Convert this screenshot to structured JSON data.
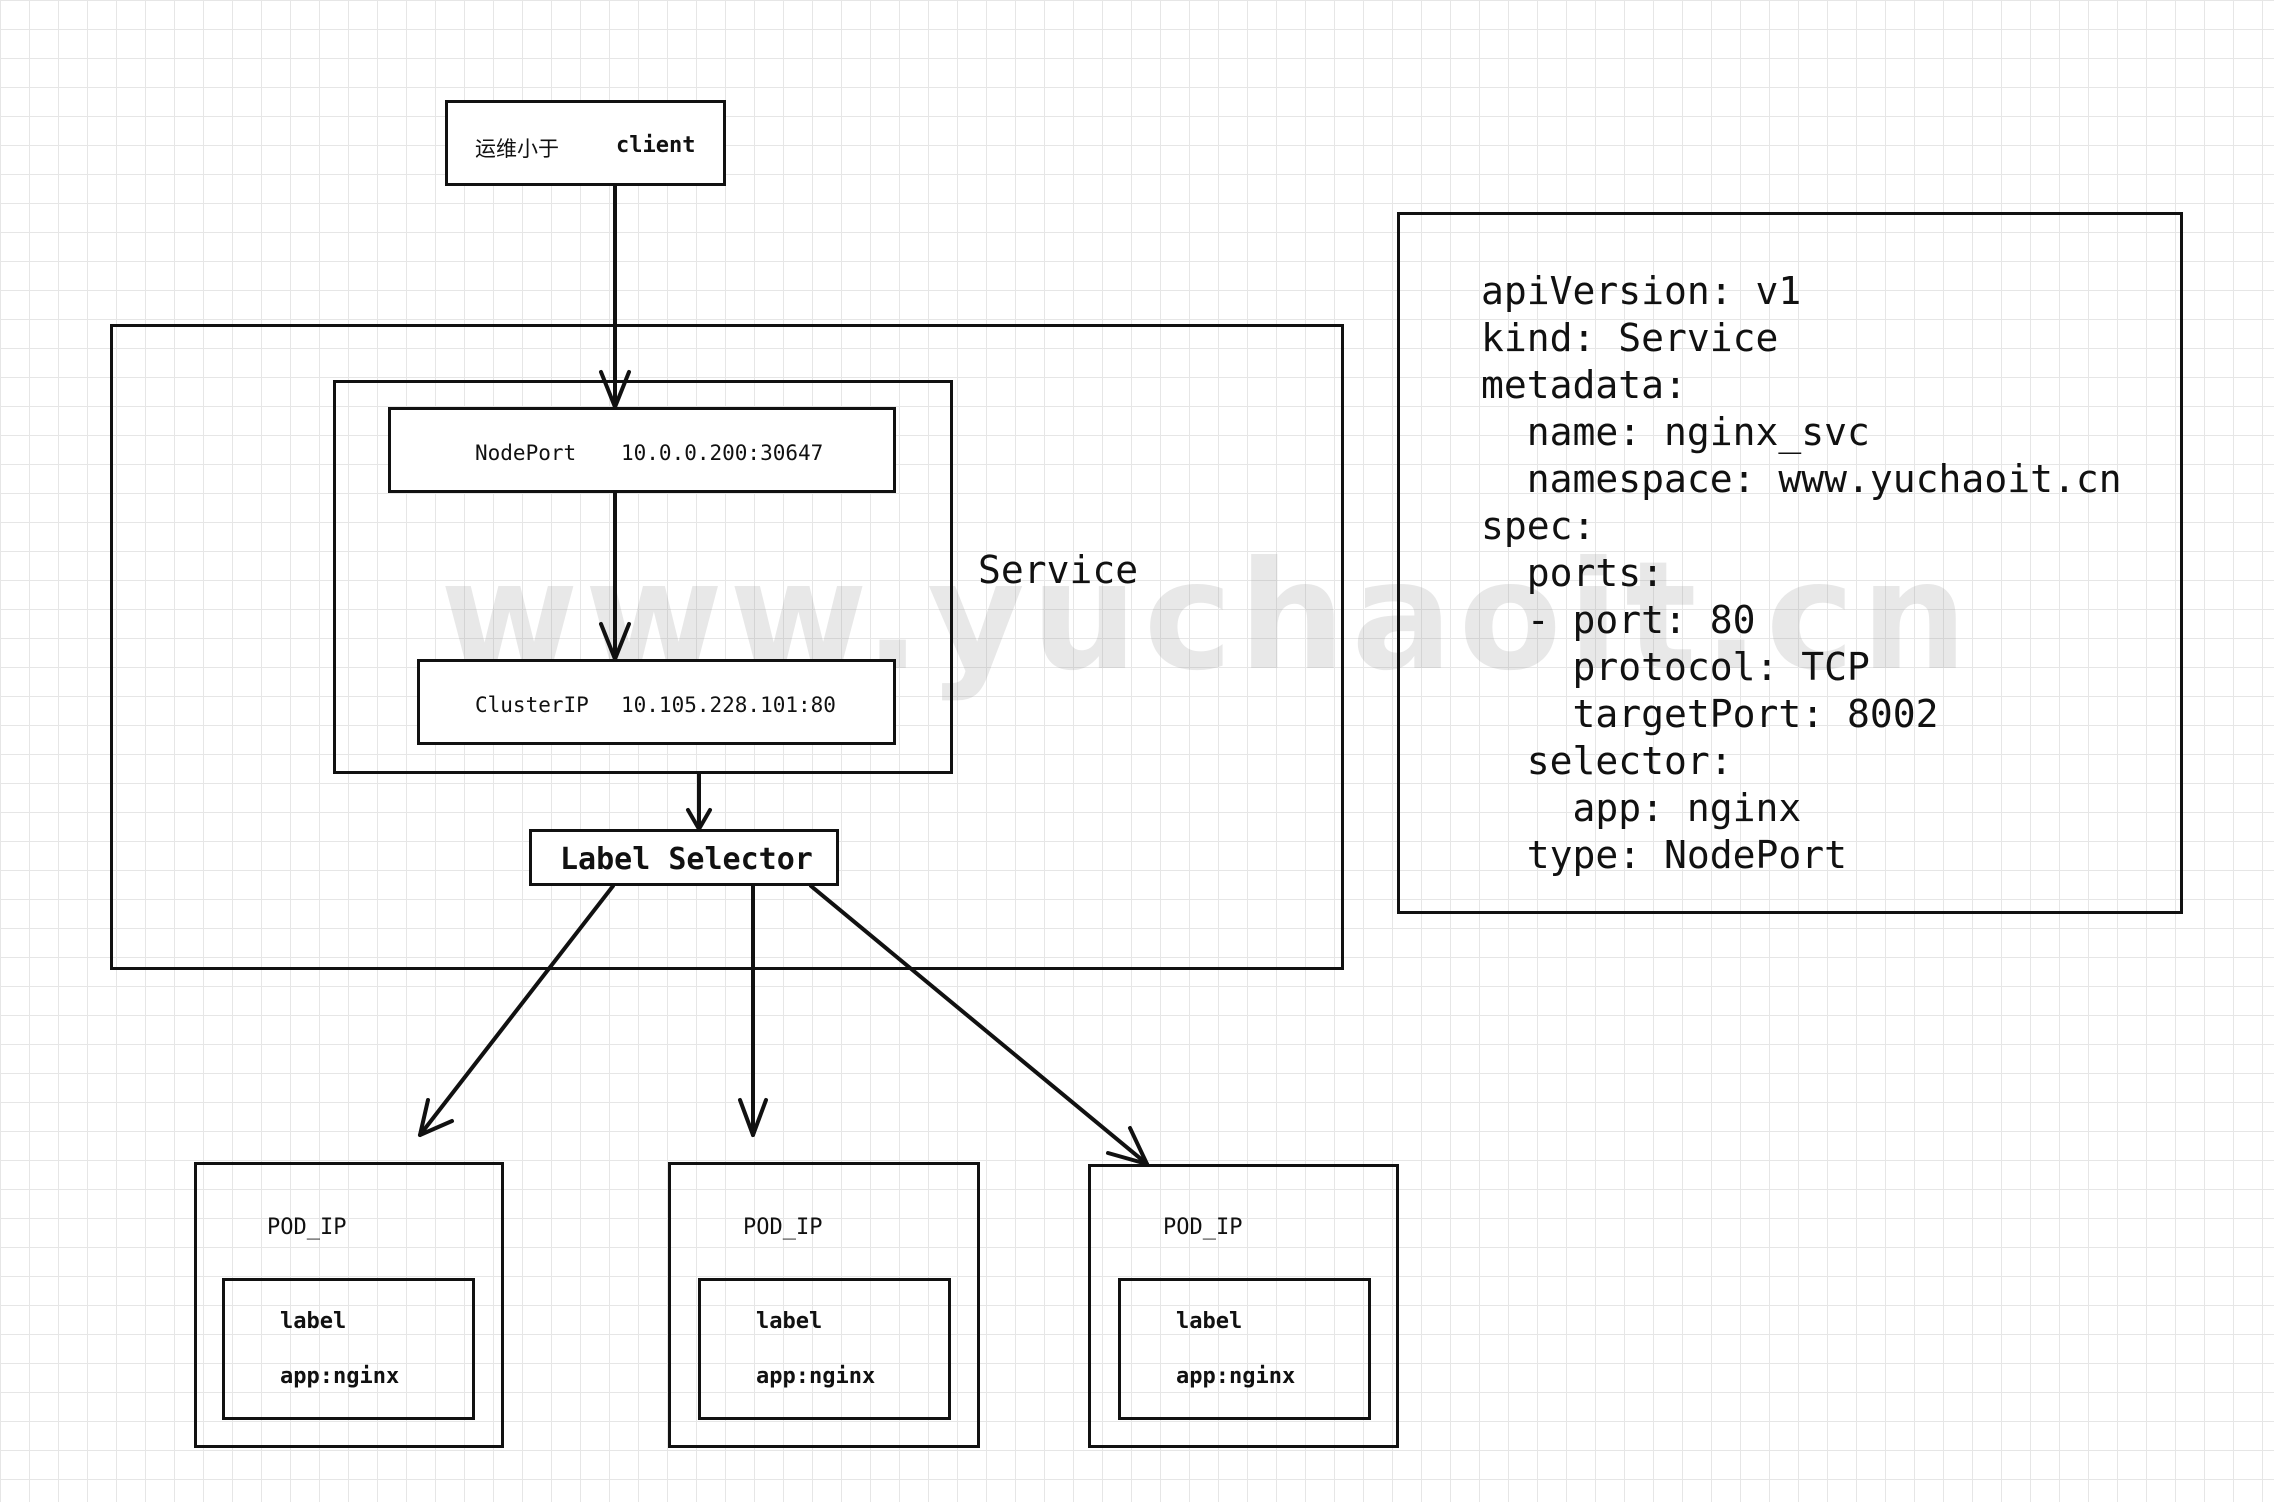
{
  "client": {
    "label_cn": "运维小于",
    "label": "client"
  },
  "service": {
    "label": "Service"
  },
  "nodeport": {
    "label": "NodePort",
    "address": "10.0.0.200:30647"
  },
  "clusterip": {
    "label": "ClusterIP",
    "address": "10.105.228.101:80"
  },
  "selector": {
    "label": "Label Selector"
  },
  "pods": [
    {
      "title": "POD_IP",
      "label_title": "label",
      "label_value": "app:nginx"
    },
    {
      "title": "POD_IP",
      "label_title": "label",
      "label_value": "app:nginx"
    },
    {
      "title": "POD_IP",
      "label_title": "label",
      "label_value": "app:nginx"
    }
  ],
  "yaml": {
    "lines": [
      "apiVersion: v1",
      "kind: Service",
      "metadata:",
      "  name: nginx_svc",
      "  namespace: www.yuchaoit.cn",
      "spec:",
      "  ports:",
      "  - port: 80",
      "    protocol: TCP",
      "    targetPort: 8002",
      "  selector:",
      "    app: nginx",
      "  type: NodePort"
    ]
  },
  "watermark": "www.yuchaoit.cn",
  "colors": {
    "stroke": "#111111",
    "grid": "#e6e6e6",
    "watermark": "#969696"
  }
}
